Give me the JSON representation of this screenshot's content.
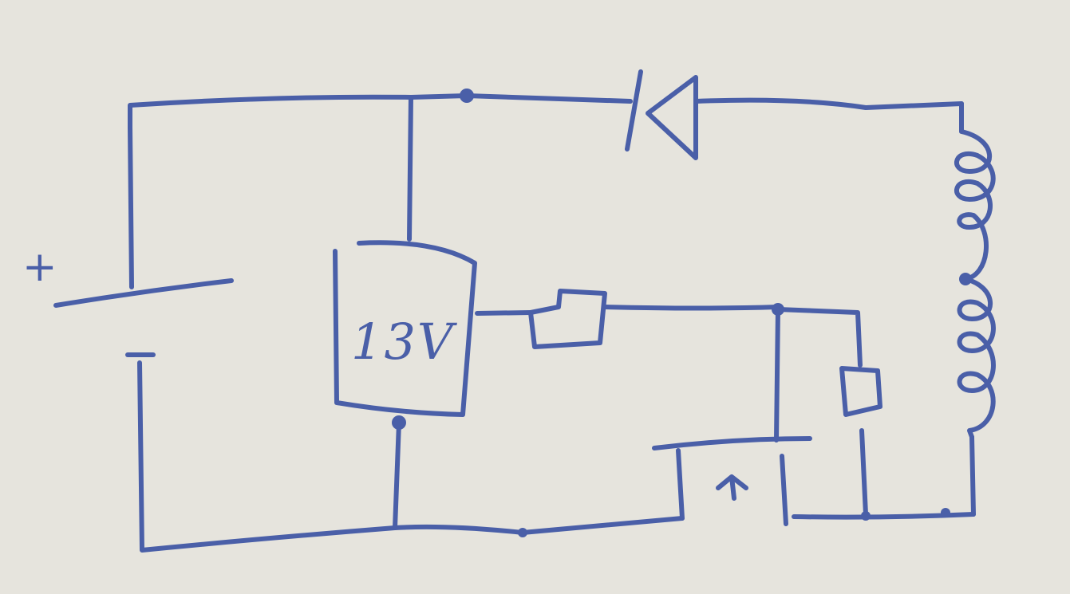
{
  "diagram": {
    "regulator_label": "13V",
    "battery_positive_mark": "+",
    "ink_color": "#4a5fa8",
    "paper_color": "#e6e4dd",
    "components": [
      {
        "name": "battery",
        "icon": "battery-icon"
      },
      {
        "name": "voltage-regulator",
        "icon": "box-icon"
      },
      {
        "name": "diode",
        "icon": "diode-icon"
      },
      {
        "name": "inductor",
        "icon": "coil-icon"
      },
      {
        "name": "resistor",
        "icon": "resistor-icon"
      },
      {
        "name": "relay-coil",
        "icon": "resistor-icon"
      },
      {
        "name": "mosfet",
        "icon": "transistor-icon"
      }
    ]
  }
}
